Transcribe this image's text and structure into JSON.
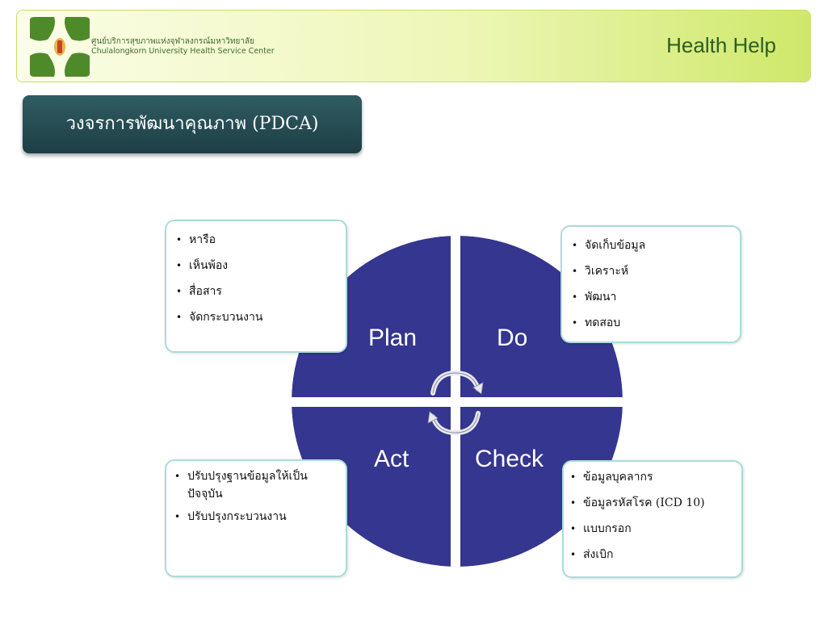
{
  "header": {
    "org_thai": "ศูนย์บริการสุขภาพแห่งจุฬาลงกรณ์มหาวิทยาลัย",
    "org_english": "Chulalongkorn University Health Service Center",
    "brand": "Health Help",
    "logo_icon": "four-leaf-logo-icon"
  },
  "title": "วงจรการพัฒนาคุณภาพ (PDCA)",
  "quadrants": {
    "plan": "Plan",
    "do": "Do",
    "act": "Act",
    "check": "Check"
  },
  "boxes": {
    "plan": [
      "หารือ",
      "เห็นพ้อง",
      "สื่อสาร",
      "จัดกระบวนงาน"
    ],
    "do": [
      "จัดเก็บข้อมูล",
      "วิเคราะห์",
      "พัฒนา",
      "ทดสอบ"
    ],
    "act": [
      "ปรับปรุงฐานข้อมูลให้เป็นปัจจุบัน",
      "ปรับปรุงกระบวนงาน"
    ],
    "check": [
      "ข้อมูลบุคลากร",
      "ข้อมูลรหัสโรค (ICD 10)",
      "แบบกรอก",
      "ส่งเบิก"
    ]
  },
  "colors": {
    "circle": "#35368f",
    "circle_faded": "#e4e4f2",
    "title_bg": "#244a50",
    "box_border": "#a9dcdc",
    "brand_text": "#2a5f22"
  }
}
